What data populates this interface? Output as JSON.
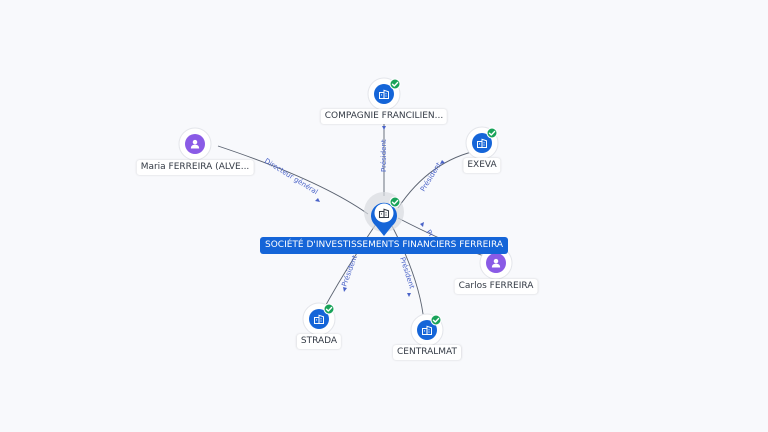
{
  "colors": {
    "company": "#1565d8",
    "person": "#8a5be6",
    "check": "#19a35a",
    "edge": "#5a6270",
    "edge_label": "#4a63c8"
  },
  "main_node": {
    "label": "SOCIÉTÉ D'INVESTISSEMENTS FINANCIERS FERREIRA",
    "icon": "building-icon",
    "verified_icon": "check-icon"
  },
  "nodes": {
    "compagnie": {
      "label": "COMPAGNIE FRANCILIEN...",
      "icon": "building-icon"
    },
    "exeva": {
      "label": "EXEVA",
      "icon": "building-icon"
    },
    "maria": {
      "label": "Maria FERREIRA (ALVE...",
      "icon": "person-icon"
    },
    "carlos": {
      "label": "Carlos FERREIRA",
      "icon": "person-icon"
    },
    "strada": {
      "label": "STRADA",
      "icon": "building-icon"
    },
    "centralmat": {
      "label": "CENTRALMAT",
      "icon": "building-icon"
    }
  },
  "edges": {
    "compagnie": "Président",
    "exeva": "Président",
    "maria": "Directeur général",
    "carlos": "Pr",
    "strada": "Président",
    "centralmat": "Président"
  }
}
